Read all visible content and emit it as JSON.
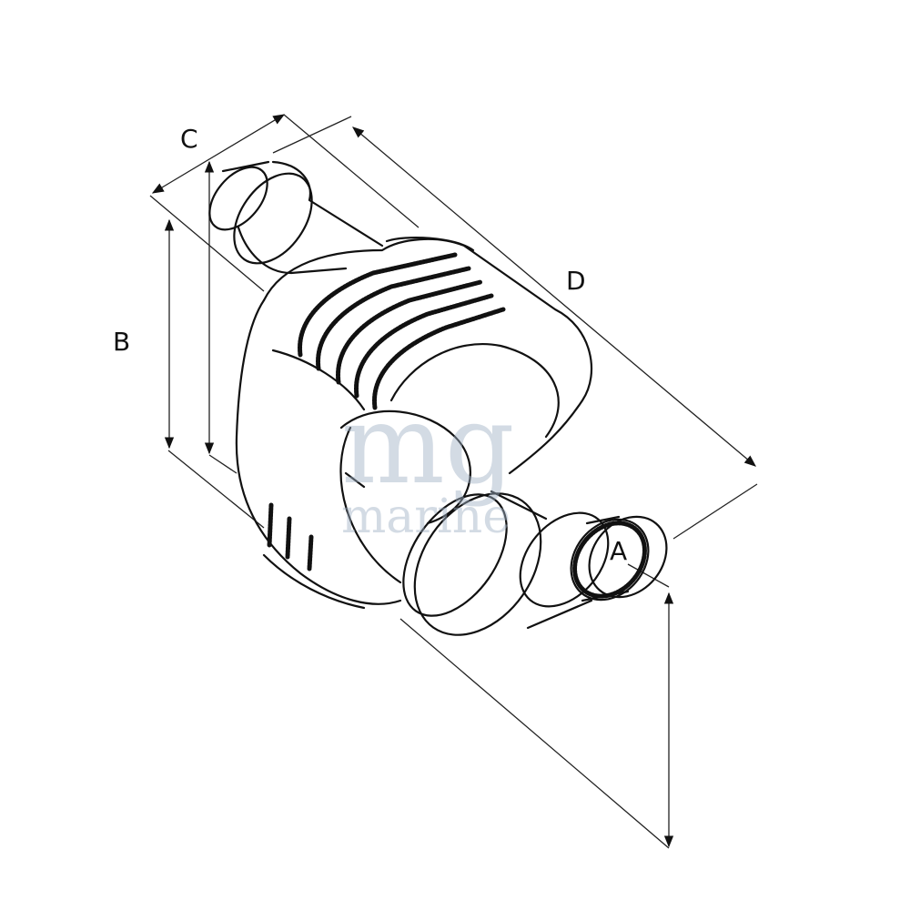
{
  "labels": {
    "a": "A",
    "b": "B",
    "c": "C",
    "d": "D"
  },
  "watermark": {
    "big": "mg",
    "small": "marine"
  },
  "colors": {
    "line": "#111111",
    "watermark": "#9fb0c4"
  }
}
